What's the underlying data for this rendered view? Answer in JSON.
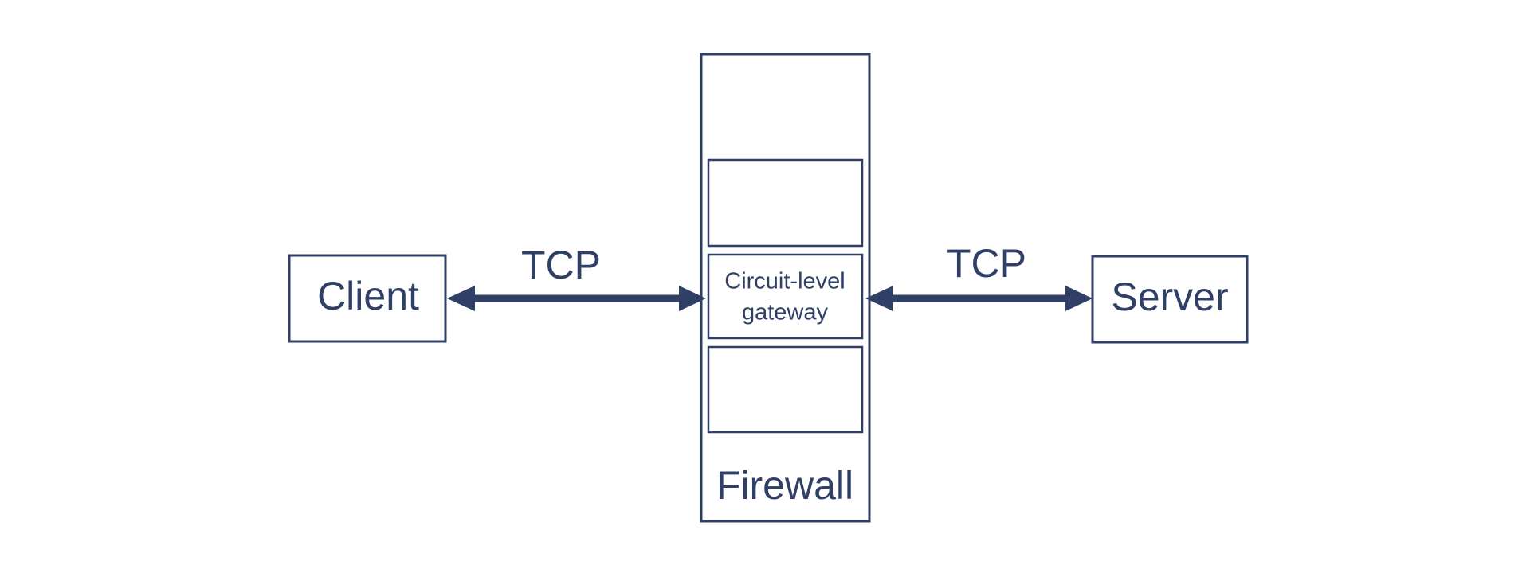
{
  "diagram": {
    "nodes": {
      "client": {
        "label": "Client"
      },
      "server": {
        "label": "Server"
      },
      "firewall": {
        "label": "Firewall"
      },
      "gateway": {
        "label_line1": "Circuit-level",
        "label_line2": "gateway"
      }
    },
    "edges": [
      {
        "from": "client",
        "to": "gateway",
        "label": "TCP",
        "bidirectional": true
      },
      {
        "from": "gateway",
        "to": "server",
        "label": "TCP",
        "bidirectional": true
      }
    ],
    "colors": {
      "stroke": "#2f3f66",
      "text": "#2f3f66",
      "background": "#ffffff"
    }
  }
}
